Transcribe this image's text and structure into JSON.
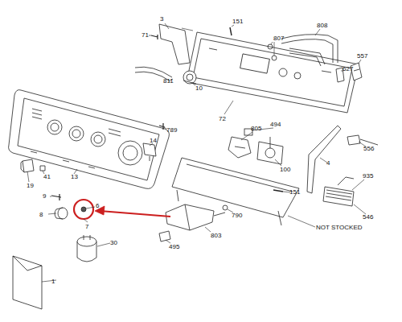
{
  "diagram": {
    "labels": [
      "3",
      "71",
      "151",
      "807",
      "808",
      "557",
      "627",
      "811",
      "10",
      "72",
      "805",
      "494",
      "789",
      "14",
      "100",
      "4",
      "556",
      "935",
      "41",
      "19",
      "13",
      "151",
      "9",
      "8",
      "6",
      "7",
      "790",
      "546",
      "803",
      "495",
      "30",
      "1",
      "NOT STOCKED"
    ]
  }
}
